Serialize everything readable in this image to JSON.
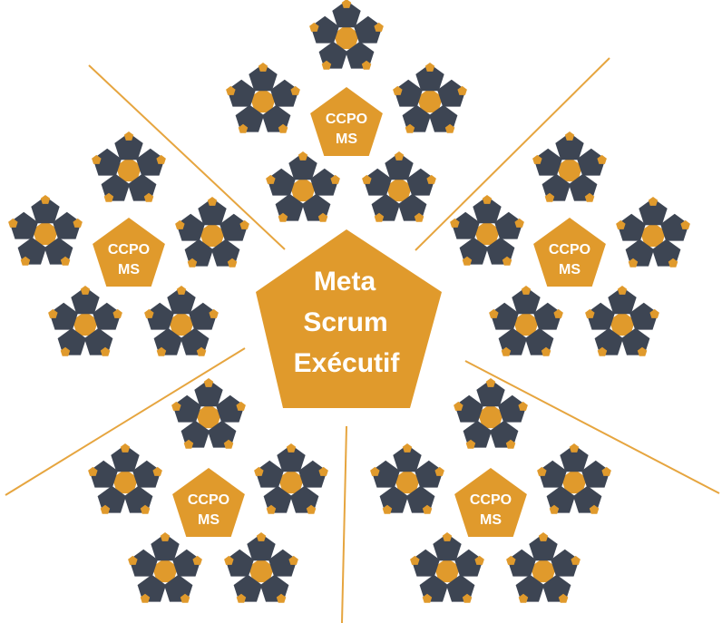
{
  "center": {
    "lines": [
      "Meta",
      "Scrum",
      "Exécutif"
    ]
  },
  "groups": [
    {
      "id": "top",
      "label_lines": [
        "CCPO",
        "MS"
      ]
    },
    {
      "id": "left",
      "label_lines": [
        "CCPO",
        "MS"
      ]
    },
    {
      "id": "right",
      "label_lines": [
        "CCPO",
        "MS"
      ]
    },
    {
      "id": "bottom-left",
      "label_lines": [
        "CCPO",
        "MS"
      ]
    },
    {
      "id": "bottom-right",
      "label_lines": [
        "CCPO",
        "MS"
      ]
    }
  ],
  "colors": {
    "gold": "#E09A2C",
    "dark": "#3D4553",
    "line": "#E6A53F",
    "text": "#FFFFFF"
  }
}
